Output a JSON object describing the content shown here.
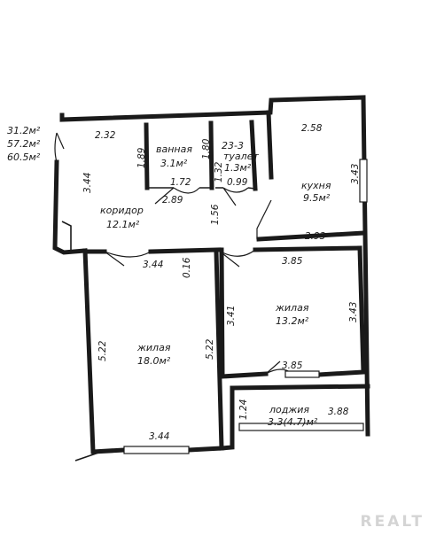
{
  "summary": {
    "living_area": "31.2м²",
    "total_area": "57.2м²",
    "area_with_loggia": "60.5м²"
  },
  "rooms": {
    "bathroom": {
      "name": "ванная",
      "area": "3.1м²"
    },
    "toilet_index": "23-3",
    "toilet": {
      "name": "туалет",
      "area": "1.3м²"
    },
    "kitchen": {
      "name": "кухня",
      "area": "9.5м²"
    },
    "corridor": {
      "name": "коридор",
      "area": "12.1м²"
    },
    "living_big": {
      "name": "жилая",
      "area": "18.0м²"
    },
    "living_small": {
      "name": "жилая",
      "area": "13.2м²"
    },
    "loggia": {
      "name": "лоджия",
      "area": "3.3(4.7)м²"
    }
  },
  "dimensions": {
    "d_2_32": "2.32",
    "d_1_89": "1.89",
    "d_1_80": "1.80",
    "d_1_32": "1.32",
    "d_1_72": "1.72",
    "d_0_99": "0.99",
    "d_2_58": "2.58",
    "d_3_43_kitchen": "3.43",
    "d_3_44_corridor": "3.44",
    "d_2_89": "2.89",
    "d_1_56": "1.56",
    "d_2_93": "2.93",
    "d_3_44_door": "3.44",
    "d_0_16": "0.16",
    "d_3_85_top": "3.85",
    "d_3_41": "3.41",
    "d_3_43_room": "3.43",
    "d_5_22_left": "5.22",
    "d_5_22_right": "5.22",
    "d_3_85_bottom": "3.85",
    "d_1_24": "1.24",
    "d_3_88": "3.88",
    "d_3_44_bottom": "3.44"
  },
  "watermark": "REALT"
}
